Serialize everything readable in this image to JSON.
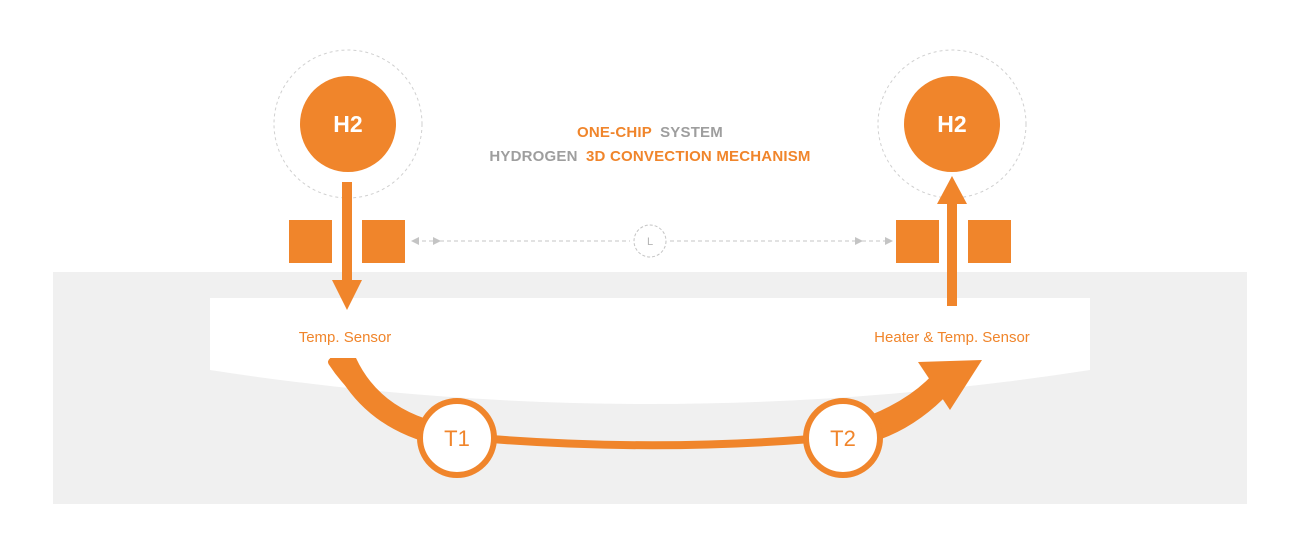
{
  "colors": {
    "accent": "#f0852b",
    "muted_text": "#9e9e9e",
    "substrate": "#f0f0f0",
    "guide": "#c4c4c4"
  },
  "title": {
    "line1_highlight": "ONE-CHIP",
    "line1_rest": "SYSTEM",
    "line2_muted": "HYDROGEN",
    "line2_highlight": "3D CONVECTION MECHANISM"
  },
  "nodes": {
    "h2_left": "H2",
    "h2_right": "H2",
    "t1": "T1",
    "t2": "T2",
    "distance": "L"
  },
  "labels": {
    "sensor_left": "Temp. Sensor",
    "sensor_right": "Heater & Temp. Sensor"
  },
  "icons": {
    "arrow_down": "arrow-down-icon",
    "arrow_up": "arrow-up-icon",
    "double_arrow": "double-arrow-icon"
  }
}
